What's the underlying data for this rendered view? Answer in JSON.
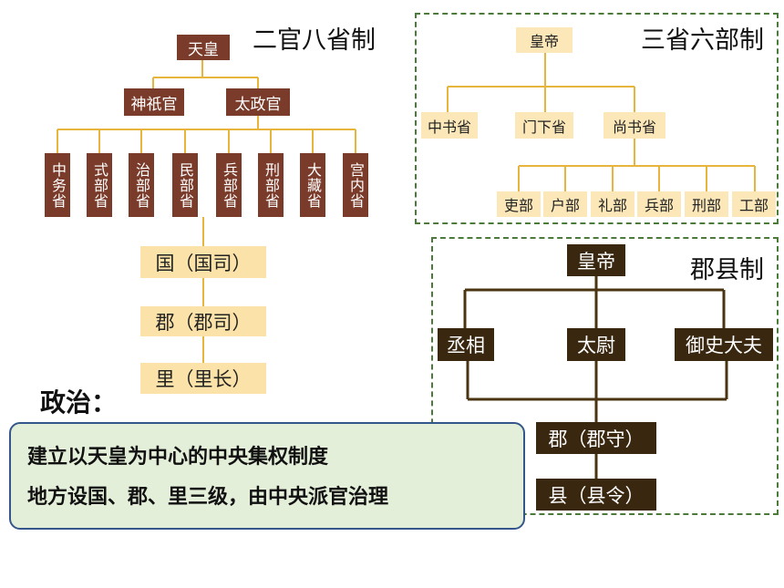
{
  "left_diagram": {
    "title": "二官八省制",
    "top": "天皇",
    "officials": [
      "神祇官",
      "太政官"
    ],
    "ministries": [
      "中务省",
      "式部省",
      "治部省",
      "民部省",
      "兵部省",
      "刑部省",
      "大藏省",
      "宫内省"
    ],
    "local": [
      "国（国司）",
      "郡（郡司）",
      "里（里长）"
    ]
  },
  "tang_diagram": {
    "title": "三省六部制",
    "top": "皇帝",
    "provinces": [
      "中书省",
      "门下省",
      "尚书省"
    ],
    "departments": [
      "吏部",
      "户部",
      "礼部",
      "兵部",
      "刑部",
      "工部"
    ]
  },
  "qin_diagram": {
    "title": "郡县制",
    "top": "皇帝",
    "officials": [
      "丞相",
      "太尉",
      "御史大夫"
    ],
    "local": [
      "郡（郡守）",
      "县（县令）"
    ]
  },
  "politics": {
    "label": "政治：",
    "lines": [
      "建立以天皇为中心的中央集权制度",
      "地方设国、郡、里三级，由中央派官治理"
    ]
  },
  "colors": {
    "brown_box": "#7a3b2a",
    "tan_box": "#fbe2a8",
    "line_gold": "#e8b53c",
    "dark_box": "#3a2710",
    "dashed_border": "#4b7a3a",
    "summary_bg": "#e4efd9",
    "summary_border": "#34568a"
  }
}
